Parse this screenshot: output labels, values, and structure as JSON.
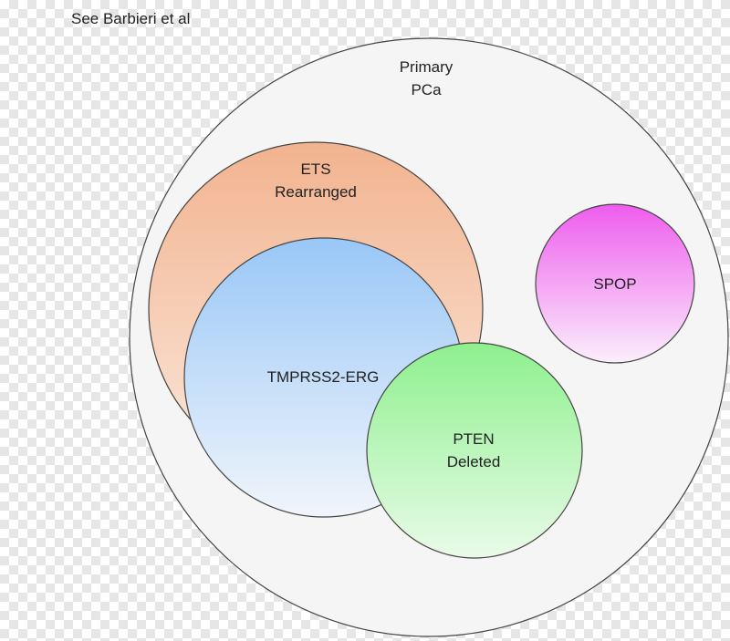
{
  "note": "See Barbieri et al",
  "circles": {
    "primary": {
      "line1": "Primary",
      "line2": "PCa"
    },
    "ets": {
      "line1": "ETS",
      "line2": "Rearranged"
    },
    "tmprss2": {
      "label": "TMPRSS2-ERG"
    },
    "spop": {
      "label": "SPOP"
    },
    "pten": {
      "line1": "PTEN",
      "line2": "Deleted"
    }
  },
  "colors": {
    "primary_fill": "#f5f5f5",
    "ets_top": "#f2b38f",
    "ets_bottom": "#fbe8dc",
    "tmprss2_top": "#99c7f7",
    "tmprss2_bottom": "#f1f5fb",
    "spop_top": "#ee5cee",
    "spop_bottom": "#fbeffb",
    "pten_top": "#8ef08e",
    "pten_bottom": "#e9fbe9"
  }
}
